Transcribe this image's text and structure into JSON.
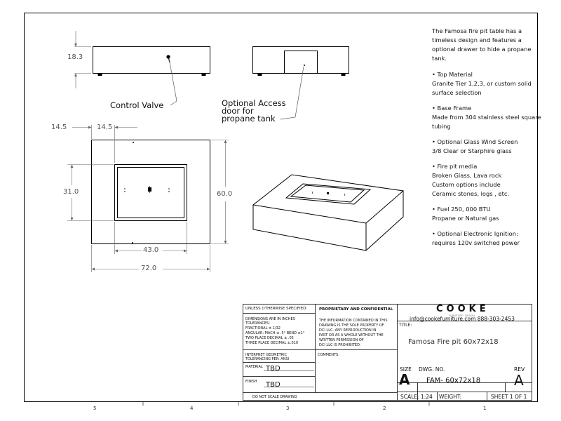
{
  "dimensions": {
    "height": "18.3",
    "side_margin_left": "14.5",
    "side_margin_right": "14.5",
    "burner_depth": "31.0",
    "overall_depth": "60.0",
    "burner_width": "43.0",
    "overall_width": "72.0"
  },
  "callouts": {
    "control_valve": "Control Valve",
    "access_door_line1": "Optional Access",
    "access_door_line2": "door for",
    "access_door_line3": "propane tank"
  },
  "notes": [
    "The Famosa fire pit table has a timeless design and features a optional drawer to hide a propane tank.",
    "• Top Material\nGranite Tier 1,2,3, or custom solid surface selection",
    "• Base  Frame\nMade from 304 stainless steel square tubing",
    "• Optional Glass Wind Screen\n3/8 Clear or Starphire glass",
    "• Fire pit media\nBroken Glass, Lava rock\nCustom options include\nCeramic stones, logs , etc.",
    "• Fuel  250, 000 BTU\nPropane or Natural gas",
    "• Optional Electronic Ignition:\nrequires 120v switched power"
  ],
  "title_block": {
    "unless_header": "UNLESS OTHERWISE SPECIFIED:",
    "dimensions_are": "DIMENSIONS ARE IN INCHES",
    "tolerances": "TOLERANCES:",
    "fractional": "FRACTIONAL ± 1/32",
    "angular": "ANGULAR: MACH ± .5°  BEND ±1°",
    "two_place": "TWO PLACE DECIMAL    ± .05",
    "three_place": "THREE PLACE DECIMAL   ±.010",
    "interpret_1": "INTERPRET GEOMETRIC",
    "interpret_2": "TOLERANCING PER: ANSI",
    "material_label": "MATERIAL",
    "material_value": "TBD",
    "finish_label": "FINISH",
    "finish_value": "TBD",
    "do_not_scale": "DO NOT SCALE DRAWING",
    "proprietary_header": "PROPRIETARY AND CONFIDENTIAL",
    "proprietary_1": "THE INFORMATION CONTAINED IN THIS",
    "proprietary_2": "DRAWING IS THE SOLE PROPERTY OF",
    "proprietary_3": "DCI LLC. ANY REPRODUCTION IN",
    "proprietary_4": "PART OR AS A WHOLE WITHOUT THE",
    "proprietary_5": "WRITTEN PERMISSION OF",
    "proprietary_6": "DCI LLC IS PROHIBITED.",
    "comments_label": "COMMENTS:",
    "logo": "COOKE",
    "logo_sub": "FURNITURE · DESIGN",
    "contact": "info@cookefurniture.com 888-303-2453",
    "title_label": "TITLE:",
    "title_value": "Famosa Fire pit  60x72x18",
    "size_label": "SIZE",
    "size_value": "A",
    "dwg_no_label": "DWG.  NO.",
    "dwg_no_value": "FAM- 60x72x18",
    "rev_label": "REV",
    "rev_value": "A",
    "scale": "SCALE: 1:24",
    "weight": "WEIGHT:",
    "sheet": "SHEET 1 OF 1"
  },
  "zones": [
    "5",
    "4",
    "3",
    "2",
    "1"
  ]
}
